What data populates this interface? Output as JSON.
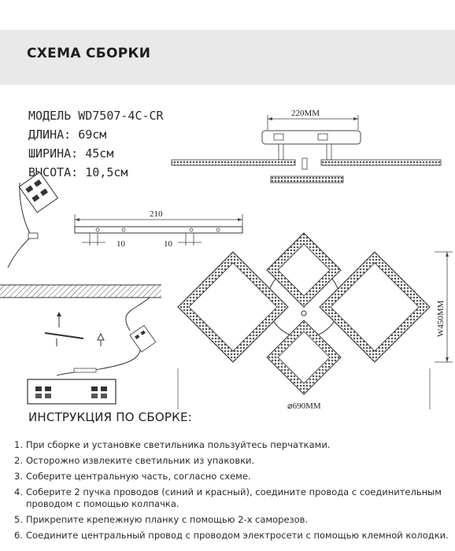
{
  "header": {
    "title": "СХЕМА СБОРКИ"
  },
  "specs": {
    "model": "МОДЕЛЬ WD7507-4C-CR",
    "length": "ДЛИНА: 69см",
    "width": "ШИРИНА: 45см",
    "height": "ВЫСОТА: 10,5см"
  },
  "drawing": {
    "top_dim": "220MM",
    "plate_dim": "210",
    "screw_left": "10",
    "screw_right": "10",
    "side_dim": "W450MM",
    "bottom_dim": "⌀690MM"
  },
  "instructions": {
    "title": "ИНСТРУКЦИЯ ПО СБОРКЕ:",
    "steps": [
      {
        "num": "1.",
        "text": "При сборке и установке светильника пользуйтесь перчатками."
      },
      {
        "num": "2.",
        "text": "Осторожно извлеките светильник из упаковки."
      },
      {
        "num": "3.",
        "text": "Соберите центральную часть, согласно схеме."
      },
      {
        "num": "4.",
        "text": "Соберите 2 пучка проводов (синий и красный), соедините провода с соединительным проводом с помощью колпачка."
      },
      {
        "num": "5.",
        "text": "Прикрепите крепежную планку с помощью 2-х саморезов."
      },
      {
        "num": "6.",
        "text": "Соедините центральный провод с проводом электросети с помощью клемной колодки."
      }
    ]
  }
}
